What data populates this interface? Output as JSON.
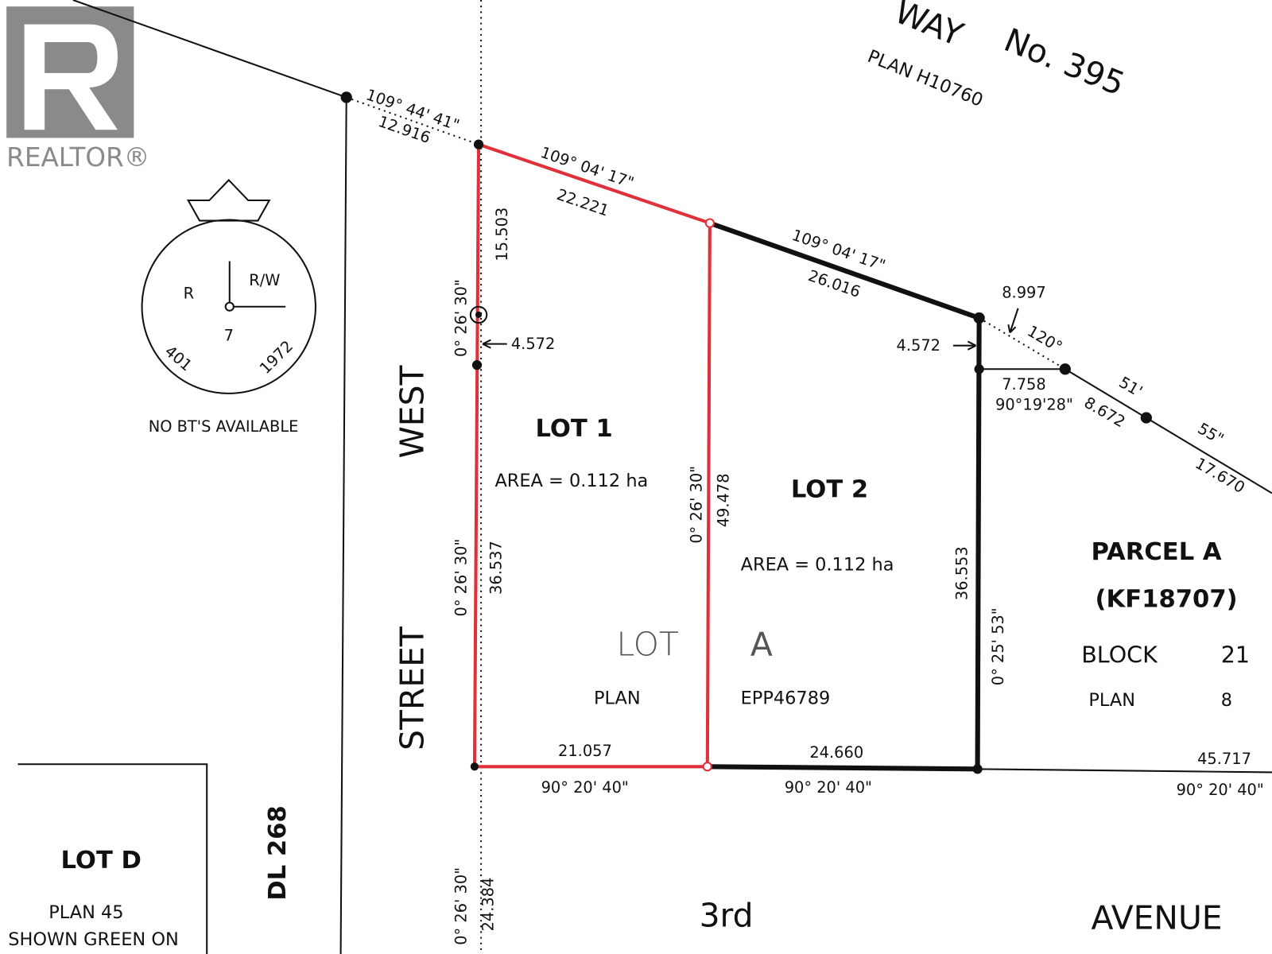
{
  "logo": {
    "text": "REALTOR®",
    "color": "#8a8a8a"
  },
  "highway": {
    "name_partial": "WAY",
    "number": "No. 395",
    "plan": "PLAN  H10760"
  },
  "north_symbol": {
    "r": "R",
    "rw": "R/W",
    "num": "7",
    "left": "401",
    "right": "1972",
    "note": "NO BT'S AVAILABLE"
  },
  "street_west": {
    "word1": "WEST",
    "word2": "STREET"
  },
  "avenue": {
    "word1": "3rd",
    "word2": "AVENUE"
  },
  "dims": {
    "b1_angle": "109° 44' 41\"",
    "b1_dist": "12.916",
    "b2_angle": "109° 04' 17\"",
    "b2_dist": "22.221",
    "b3_angle": "109° 04' 17\"",
    "b3_dist": "26.016",
    "w_top_angle": "0° 26' 30\"",
    "w_top_dist": "15.503",
    "offset_left": "4.572",
    "offset_right": "4.572",
    "w_mid_angle": "0° 26' 30\"",
    "w_mid_dist": "36.537",
    "mid_angle": "0° 26' 30\"",
    "mid_dist": "49.478",
    "e_angle": "0° 25' 53\"",
    "e_dist": "36.553",
    "corner_dist": "8.997",
    "corner_angle": "120°",
    "short_dist": "7.758",
    "short_angle": "90°19'28\"",
    "d51": "51'",
    "d8672": "8.672",
    "d55": "55\"",
    "d17670": "17.670",
    "s1_dist": "21.057",
    "s1_angle": "90° 20' 40\"",
    "s2_dist": "24.660",
    "s2_angle": "90° 20' 40\"",
    "s3_dist": "45.717",
    "s3_angle": "90° 20' 40\"",
    "sw_angle": "0° 26' 30\"",
    "sw_dist": "24.384"
  },
  "lots": [
    {
      "name": "LOT 1",
      "area": "AREA  =  0.112  ha"
    },
    {
      "name": "LOT 2",
      "area": "AREA  =  0.112  ha"
    }
  ],
  "lot_a": {
    "lot": "LOT",
    "a": "A",
    "plan": "PLAN",
    "plan_no": "EPP46789"
  },
  "parcel_a": {
    "name": "PARCEL A",
    "ref": "(KF18707)",
    "block": "BLOCK",
    "block_no": "21",
    "plan": "PLAN",
    "plan_no": "8"
  },
  "lot_d": {
    "name": "LOT D",
    "plan": "PLAN 45",
    "note": "SHOWN GREEN ON",
    "dl": "DL  268"
  },
  "colors": {
    "subject_boundary": "#e0303a",
    "line": "#111111"
  }
}
